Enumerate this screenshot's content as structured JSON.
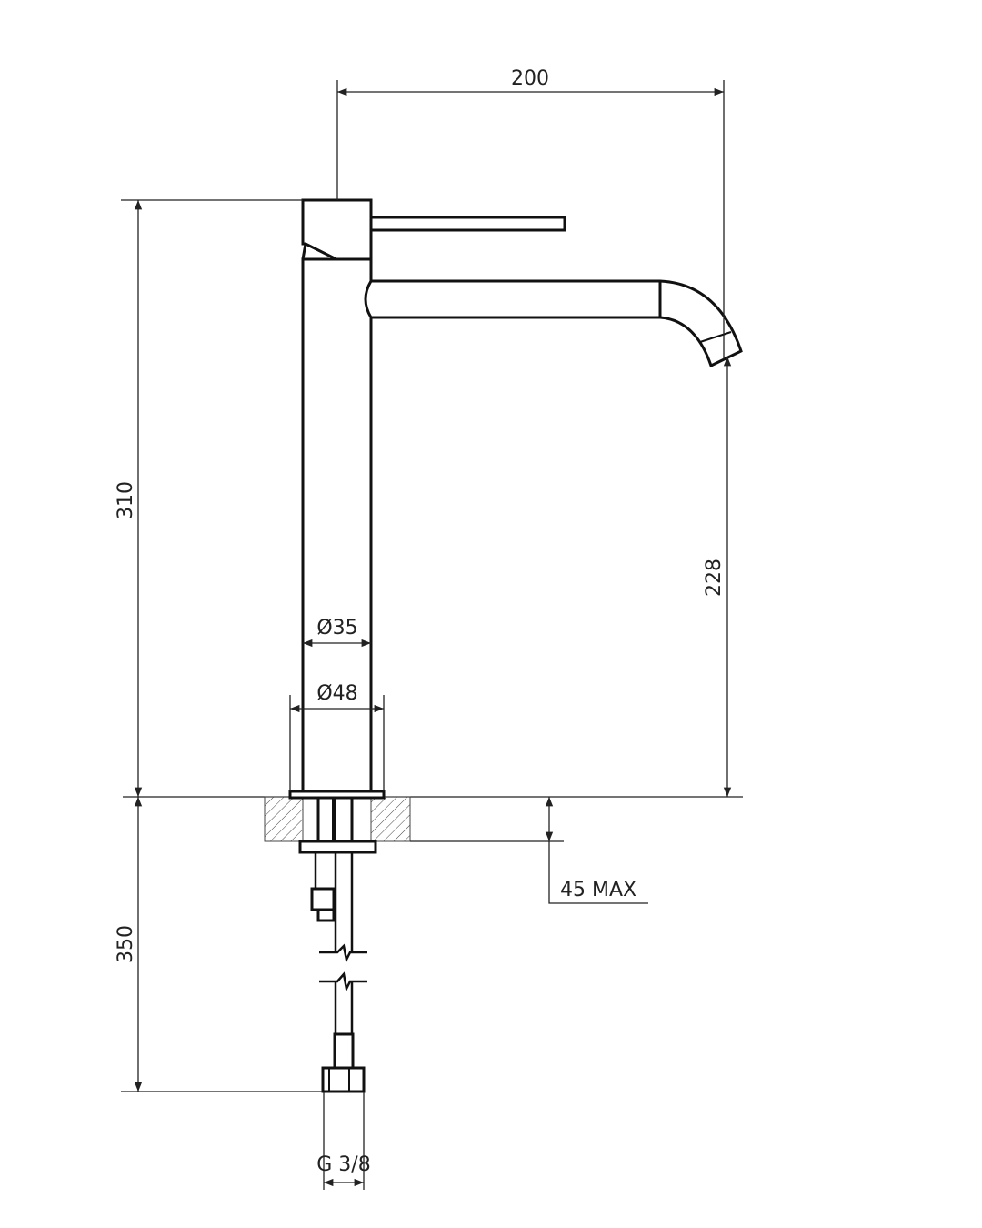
{
  "drawing": {
    "title": "Tall basin mixer side elevation",
    "dimensions": {
      "spout_reach": "200",
      "total_height": "310",
      "spout_height": "228",
      "body_diameter": "Ø35",
      "base_diameter": "Ø48",
      "hose_length": "350",
      "deck_thickness": "45 MAX",
      "connection": "G 3/8"
    },
    "line_color": "#111111"
  }
}
